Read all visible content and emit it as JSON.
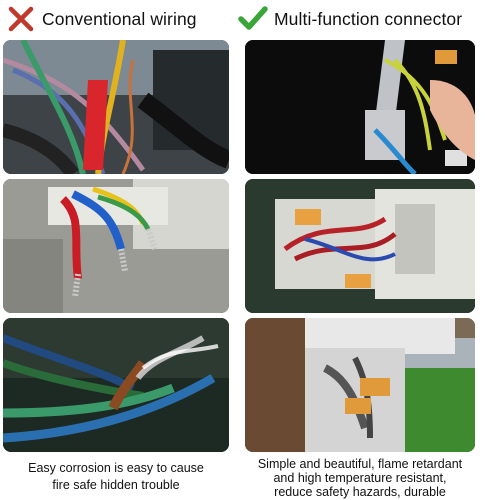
{
  "header": {
    "left_title": "Conventional wiring",
    "left_icon": "x-mark-icon",
    "left_icon_color": "#c0392b",
    "right_title": "Multi-function connector",
    "right_icon": "check-mark-icon",
    "right_icon_color": "#3aa63a"
  },
  "captions": {
    "left": [
      "Easy corrosion is easy to cause",
      "fire safe hidden trouble"
    ],
    "right": [
      "Simple and beautiful, flame retardant",
      "and high temperature resistant,",
      "reduce safety hazards, durable"
    ]
  }
}
